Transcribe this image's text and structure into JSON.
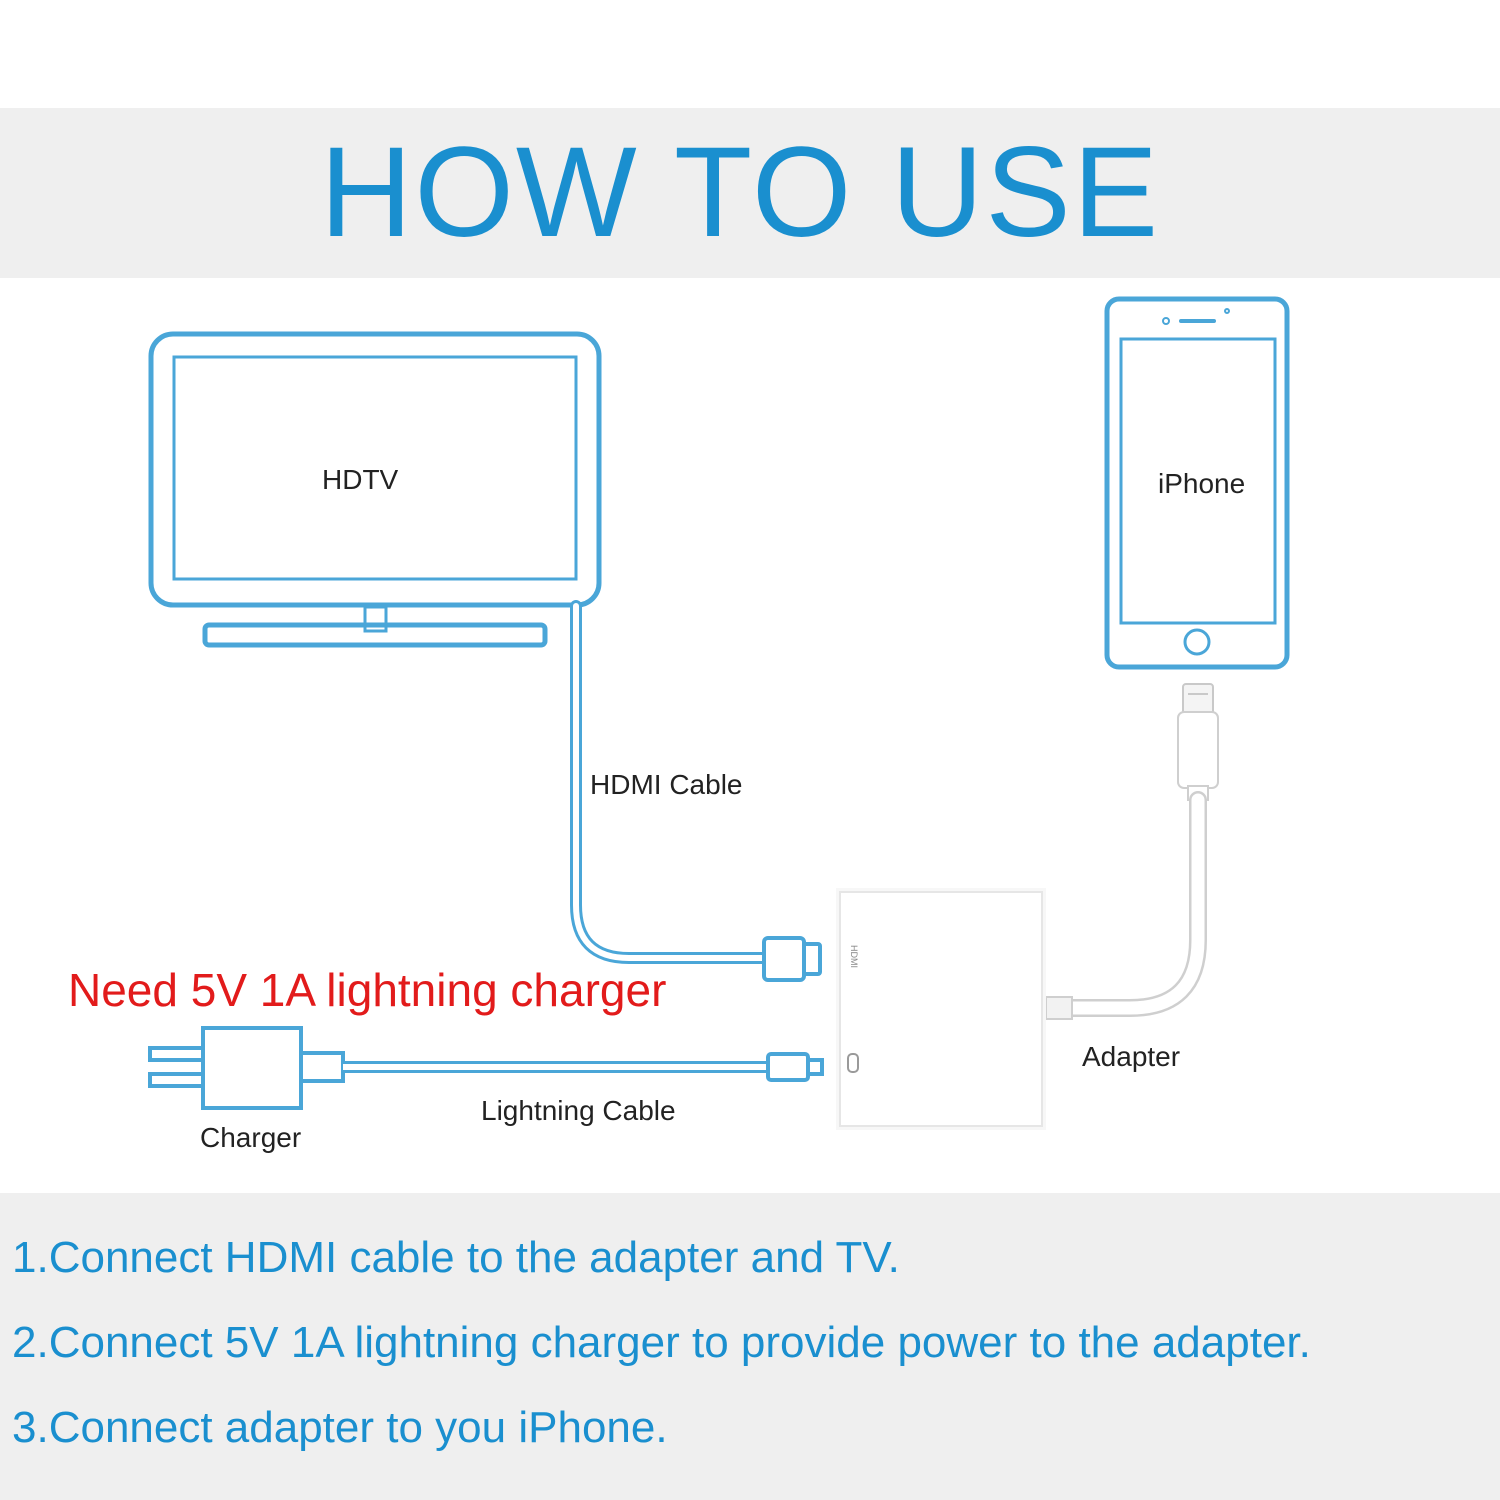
{
  "title": "HOW TO USE",
  "labels": {
    "hdtv": "HDTV",
    "iphone": "iPhone",
    "hdmi_cable": "HDMI Cable",
    "adapter": "Adapter",
    "lightning_cable": "Lightning Cable",
    "charger": "Charger",
    "adapter_port": "HDMI"
  },
  "note": "Need 5V 1A lightning charger",
  "steps": [
    "1.Connect HDMI cable to the adapter and TV.",
    "2.Connect 5V 1A lightning charger to provide power to the adapter.",
    "3.Connect adapter to you iPhone."
  ],
  "colors": {
    "accent": "#1a8fcf",
    "outline": "#4aa6d8",
    "warning": "#e21b1b",
    "band": "#efefef"
  }
}
